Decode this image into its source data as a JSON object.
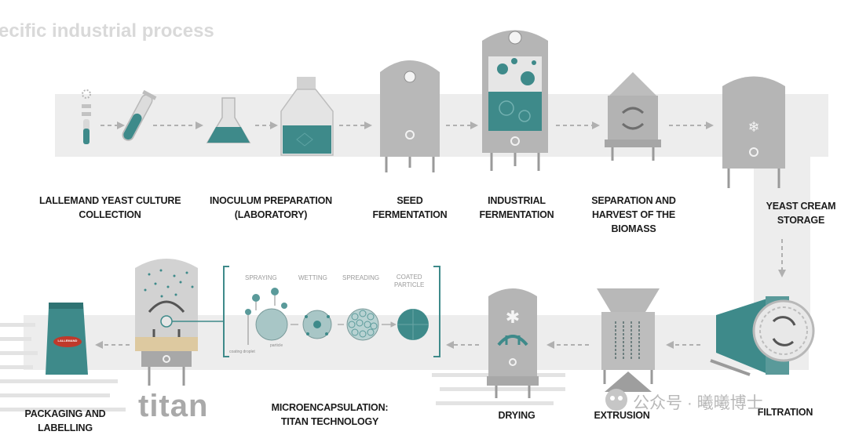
{
  "header": {
    "faded_title": "ecific industrial process"
  },
  "steps": {
    "s1": {
      "line1": "LALLEMAND YEAST CULTURE",
      "line2": "COLLECTION"
    },
    "s2": {
      "line1": "INOCULUM PREPARATION",
      "line2": "(LABORATORY)"
    },
    "s3": {
      "line1": "SEED",
      "line2": "FERMENTATION"
    },
    "s4": {
      "line1": "INDUSTRIAL",
      "line2": "FERMENTATION"
    },
    "s5": {
      "line1": "SEPARATION AND",
      "line2": "HARVEST OF THE",
      "line3": "BIOMASS"
    },
    "s6": {
      "line1": "YEAST CREAM",
      "line2": "STORAGE"
    },
    "s7": {
      "line1": "FILTRATION"
    },
    "s8": {
      "line1": "EXTRUSION"
    },
    "s9": {
      "line1": "DRYING"
    },
    "s10": {
      "line1": "MICROENCAPSULATION:",
      "line2": "TITAN TECHNOLOGY"
    },
    "s11": {
      "line1": "PACKAGING AND",
      "line2": "LABELLING"
    }
  },
  "micro": {
    "spraying": "SPRAYING",
    "wetting": "WETTING",
    "spreading": "SPREADING",
    "coated1": "COATED",
    "coated2": "PARTICLE",
    "droplet": "coating droplet",
    "particle": "particle"
  },
  "brand": {
    "logo": "titan",
    "bag_label": "LALLEMAND"
  },
  "watermark": "公众号 · 曦曦博士",
  "colors": {
    "teal": "#3e8a8a",
    "gray": "#a3a3a3",
    "band": "#ececec",
    "text": "#1c1c1c"
  }
}
